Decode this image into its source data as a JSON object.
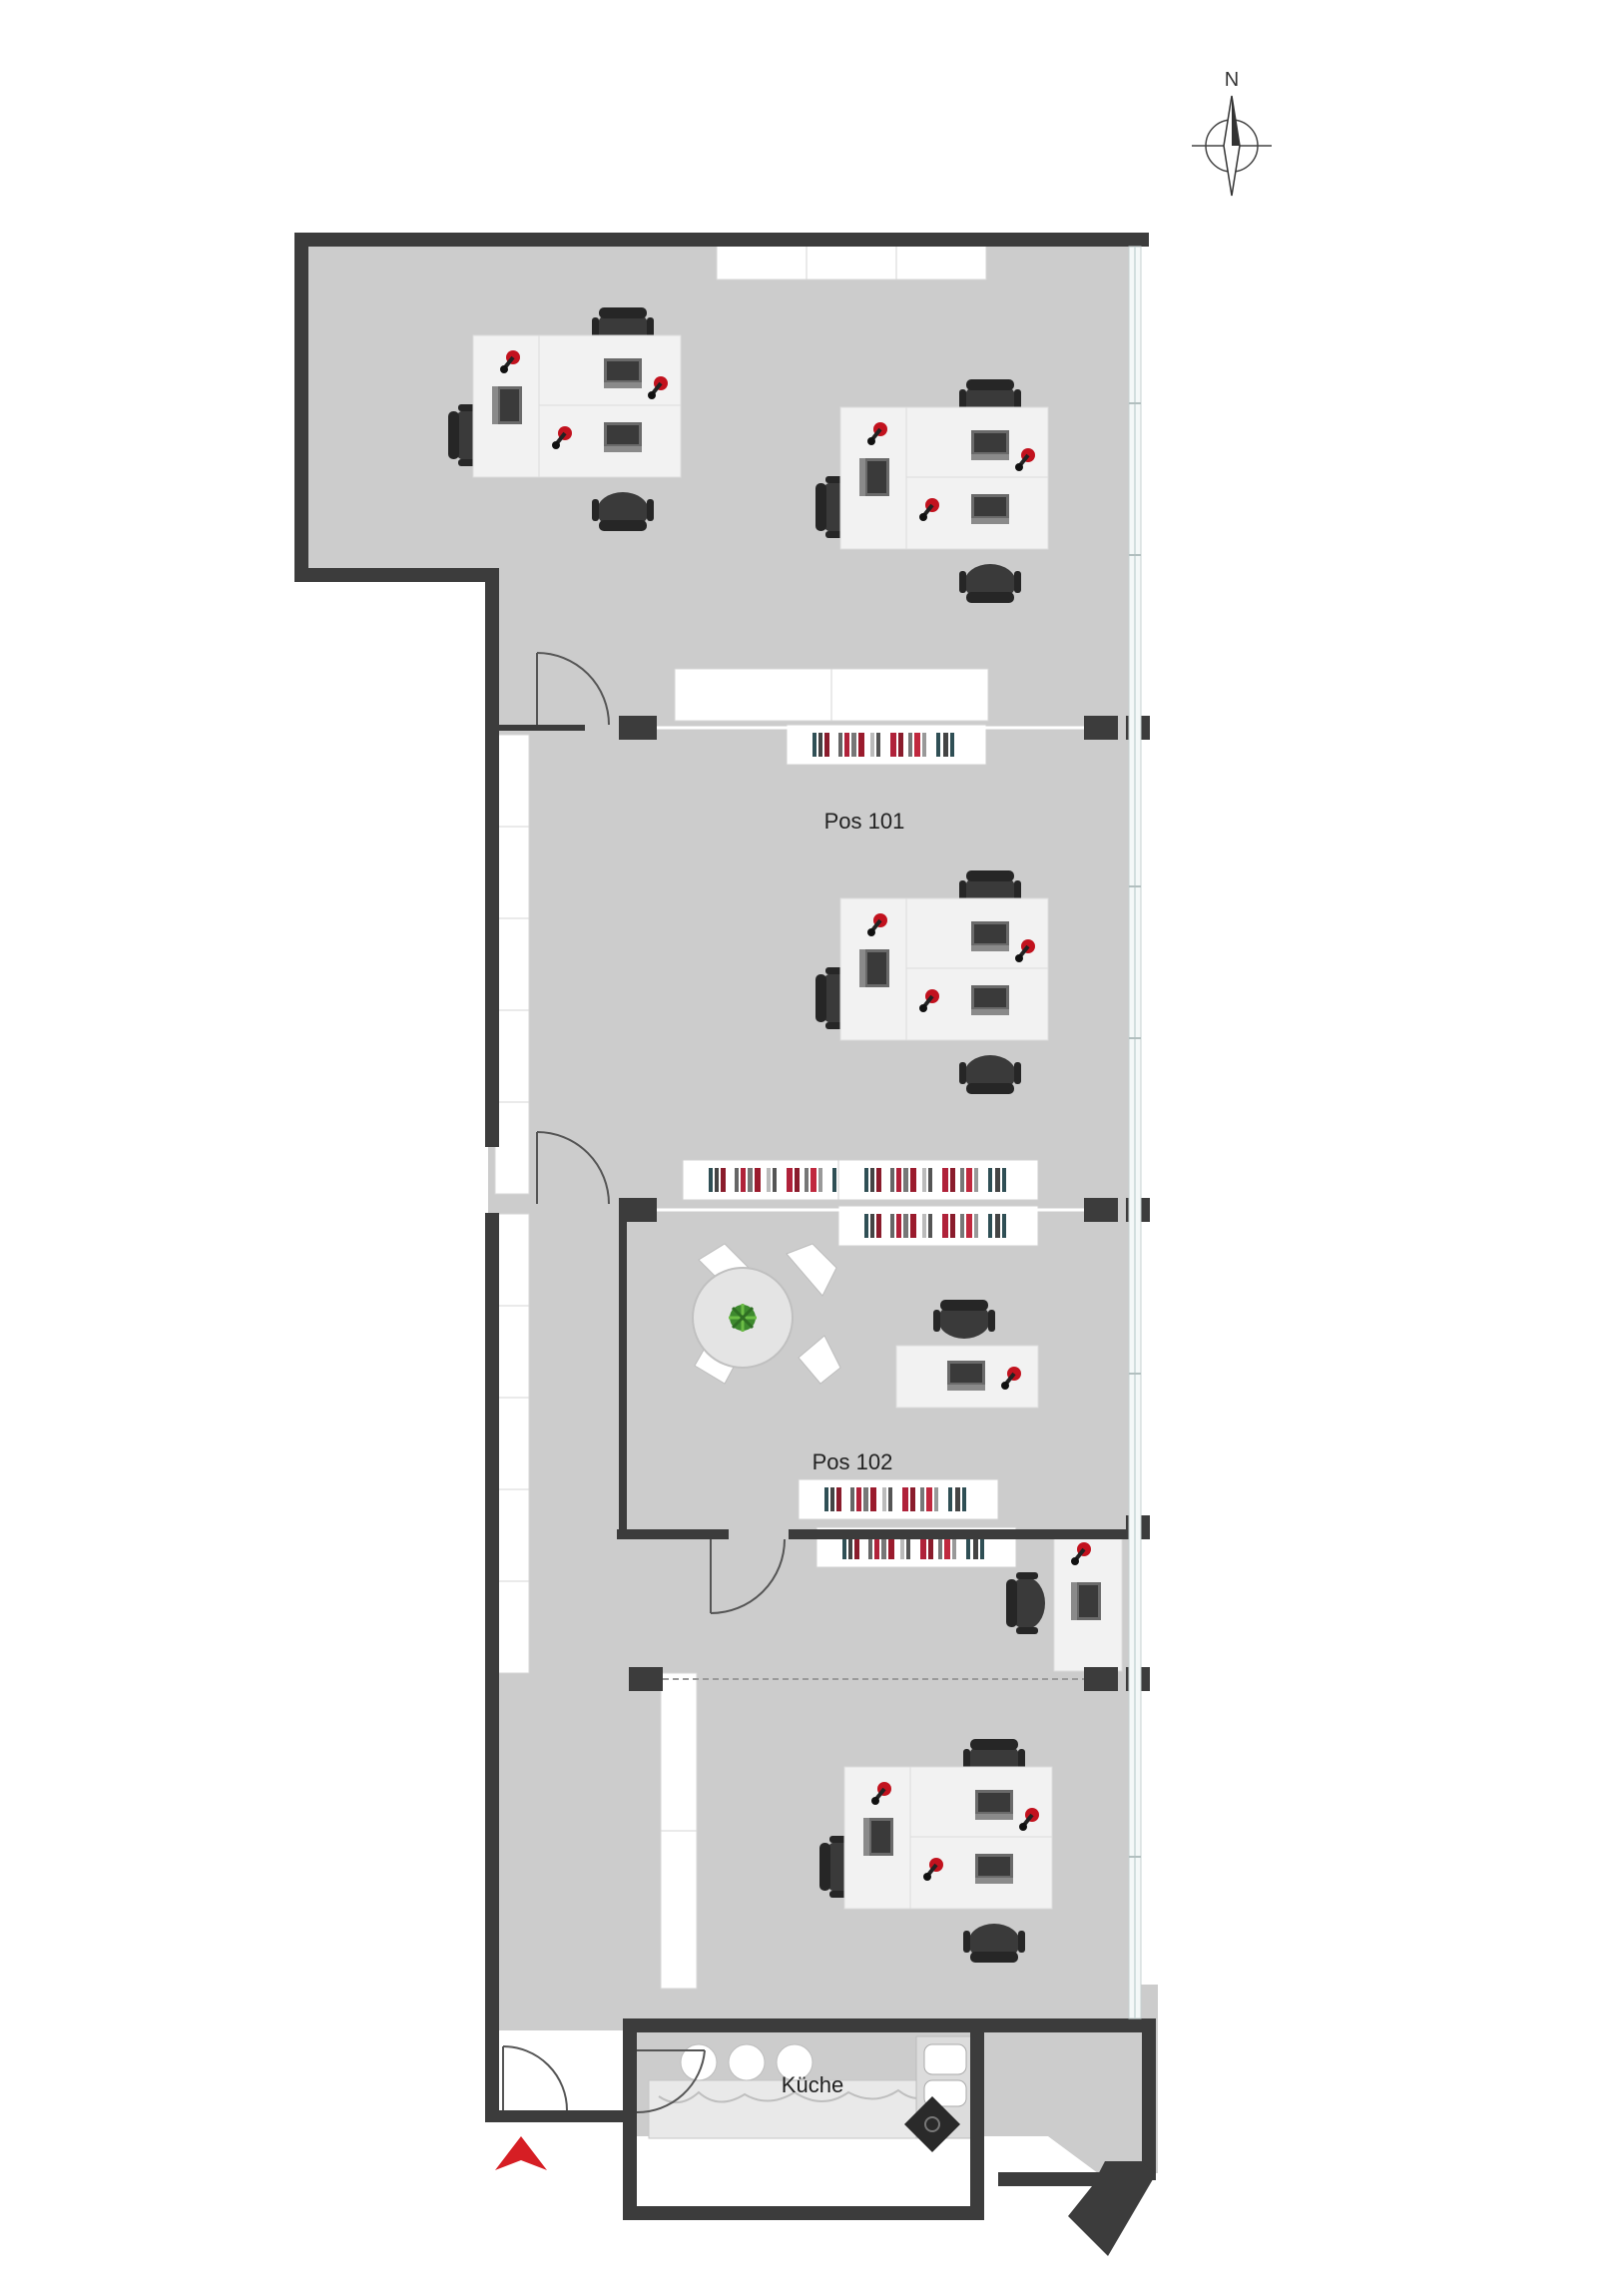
{
  "compass": {
    "label": "N"
  },
  "rooms": {
    "pos101": {
      "label": "Pos 101"
    },
    "pos102": {
      "label": "Pos 102"
    },
    "kitchen": {
      "label": "Küche"
    }
  },
  "colors": {
    "floor": "#cccccc",
    "wall": "#3c3c3c",
    "furniture": "#f2f2f2",
    "chair": "#3a3a3a",
    "accent": "#c2121e",
    "entrance": "#d61e24"
  }
}
